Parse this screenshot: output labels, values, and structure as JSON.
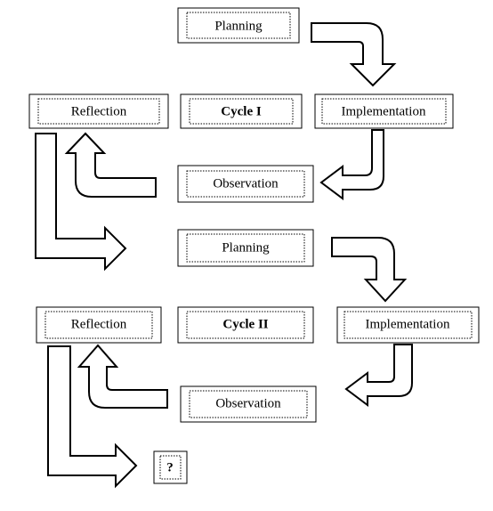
{
  "diagram": {
    "cycle1": {
      "planning": "Planning",
      "reflection": "Reflection",
      "cycle": "Cycle I",
      "implementation": "Implementation",
      "observation": "Observation"
    },
    "cycle2": {
      "planning": "Planning",
      "reflection": "Reflection",
      "cycle": "Cycle II",
      "implementation": "Implementation",
      "observation": "Observation"
    },
    "next": "?"
  }
}
